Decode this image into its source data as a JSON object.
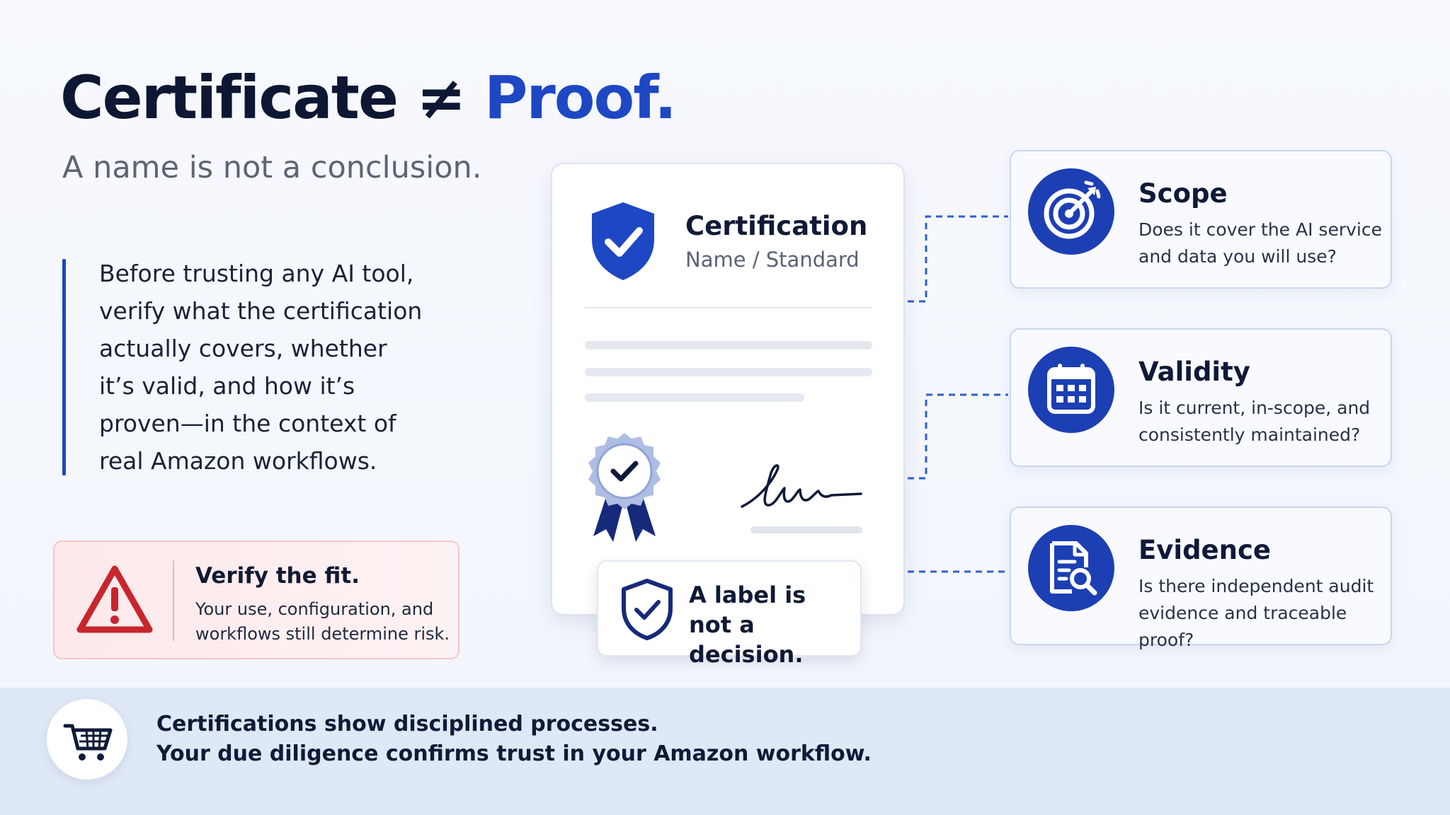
{
  "header": {
    "title_main": "Certificate ≠ ",
    "title_accent": "Proof.",
    "subtitle": "A name is not a conclusion."
  },
  "description": "Before trusting any AI tool, verify what the certification actually covers, whether it’s valid, and how it’s proven—in the context of real Amazon workflows.",
  "warning": {
    "title": "Verify the fit.",
    "text": "Your use, configuration, and workflows still determine risk."
  },
  "certificate": {
    "title": "Certification",
    "subtitle": "Name / Standard"
  },
  "label_callout": {
    "text": "A label is not a decision."
  },
  "cards": [
    {
      "title": "Scope",
      "text": "Does it cover the AI service and data you will use?",
      "icon": "target-icon"
    },
    {
      "title": "Validity",
      "text": "Is it current, in-scope, and consistently maintained?",
      "icon": "calendar-icon"
    },
    {
      "title": "Evidence",
      "text": "Is there independent audit evidence and traceable proof?",
      "icon": "document-search-icon"
    }
  ],
  "banner": {
    "line1": "Certifications show disciplined processes.",
    "line2": "Your due diligence confirms trust in your Amazon workflow."
  },
  "colors": {
    "accent": "#1e47c4",
    "icon_blue": "#1c3fb4",
    "warning_red": "#c8252d",
    "banner_bg": "#dfe8f6"
  }
}
